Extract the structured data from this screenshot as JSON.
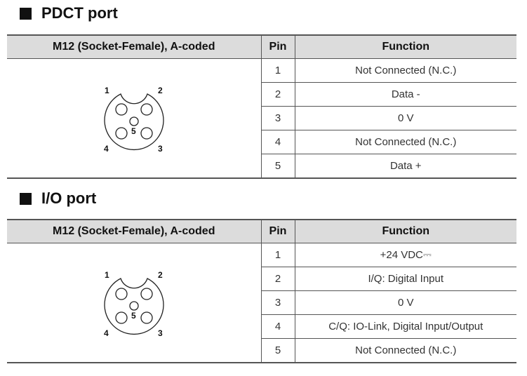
{
  "sections": [
    {
      "title": "PDCT port",
      "headers": {
        "connector": "M12 (Socket-Female), A-coded",
        "pin": "Pin",
        "function": "Function"
      },
      "rows": [
        {
          "pin": "1",
          "function": "Not Connected (N.C.)"
        },
        {
          "pin": "2",
          "function": "Data -"
        },
        {
          "pin": "3",
          "function": "0 V"
        },
        {
          "pin": "4",
          "function": "Not Connected (N.C.)"
        },
        {
          "pin": "5",
          "function": "Data +"
        }
      ],
      "diagram_labels": [
        "1",
        "2",
        "3",
        "4",
        "5"
      ]
    },
    {
      "title": "I/O port",
      "headers": {
        "connector": "M12 (Socket-Female), A-coded",
        "pin": "Pin",
        "function": "Function"
      },
      "rows": [
        {
          "pin": "1",
          "function": "+24 VDC⎓"
        },
        {
          "pin": "2",
          "function": "I/Q: Digital Input"
        },
        {
          "pin": "3",
          "function": "0 V"
        },
        {
          "pin": "4",
          "function": "C/Q: IO-Link, Digital Input/Output"
        },
        {
          "pin": "5",
          "function": "Not Connected (N.C.)"
        }
      ],
      "diagram_labels": [
        "1",
        "2",
        "3",
        "4",
        "5"
      ]
    }
  ]
}
